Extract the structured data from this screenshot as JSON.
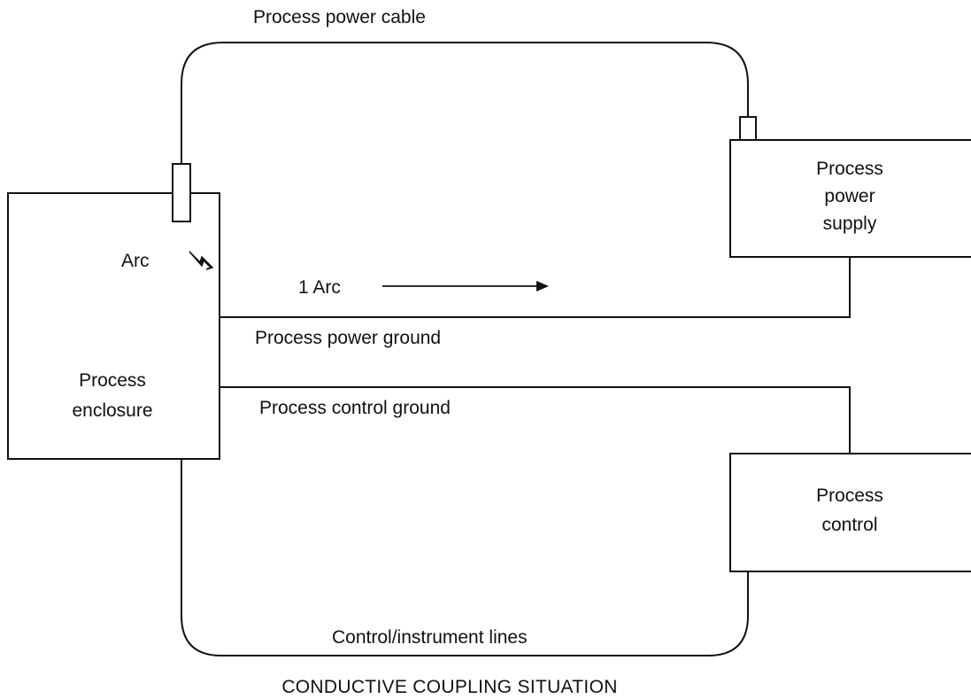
{
  "diagram": {
    "title": "CONDUCTIVE COUPLING SITUATION",
    "labels": {
      "power_cable": "Process power cable",
      "arc": "Arc",
      "arc_current": "1 Arc",
      "power_ground": "Process power ground",
      "control_ground": "Process control ground",
      "instrument_lines": "Control/instrument lines"
    },
    "boxes": {
      "enclosure": [
        "Process",
        "enclosure"
      ],
      "power_supply": [
        "Process",
        "power",
        "supply"
      ],
      "control": [
        "Process",
        "control"
      ]
    }
  }
}
